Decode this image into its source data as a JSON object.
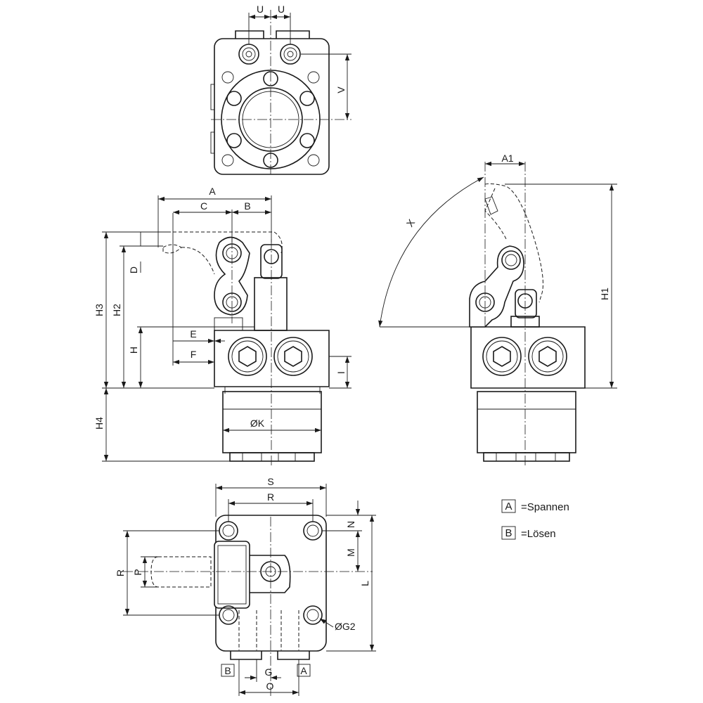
{
  "dimensions": {
    "U1": "U",
    "U2": "U",
    "V": "V",
    "A": "A",
    "B": "B",
    "C": "C",
    "D": "D",
    "E": "E",
    "F": "F",
    "H": "H",
    "H1": "H1",
    "H2": "H2",
    "H3": "H3",
    "H4": "H4",
    "I": "I",
    "K": "ØK",
    "A1": "A1",
    "X": "X",
    "S": "S",
    "R_top": "R",
    "R_left": "R",
    "P": "P",
    "N": "N",
    "M": "M",
    "L": "L",
    "G2": "ØG2",
    "G": "G",
    "O": "O"
  },
  "ports": {
    "left_box": "B",
    "right_box": "A"
  },
  "legend": [
    {
      "key": "A",
      "text": "=Spannen"
    },
    {
      "key": "B",
      "text": "=Lösen"
    }
  ]
}
